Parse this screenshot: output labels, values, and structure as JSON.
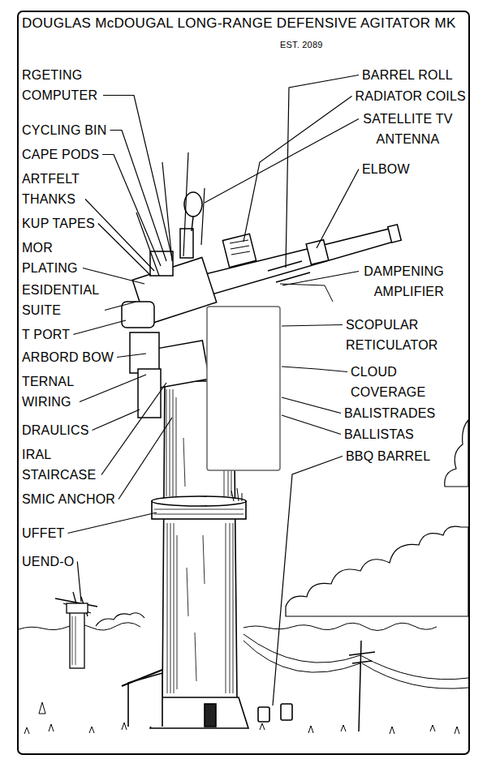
{
  "diagram": {
    "title": "DOUGLAS McDOUGAL LONG-RANGE DEFENSIVE AGITATOR MK",
    "labels": [
      "EST. 2089",
      "RGETING COMPUTER",
      "CYCLING BIN",
      "CAPE PODS",
      "ARTFELT THANKS",
      "KUP TAPES",
      "MOR PLATING",
      "ESIDENTIAL SUITE",
      "T PORT",
      "ARBORD BOW",
      "TERNAL WIRING",
      "DRAULICS",
      "IRAL STAIRCASE",
      "SMIC ANCHOR",
      "UFFET",
      "UEND-O",
      "BARREL ROLL",
      "RADIATOR COILS",
      "SATELLITE TV ANTENNA",
      "ELBOW",
      "DAMPENING AMPLIFIER",
      "SCOPULAR RETICULATOR",
      "CLOUD COVERAGE",
      "BALISTRADES",
      "BALLISTAS",
      "BBQ BARREL"
    ]
  }
}
